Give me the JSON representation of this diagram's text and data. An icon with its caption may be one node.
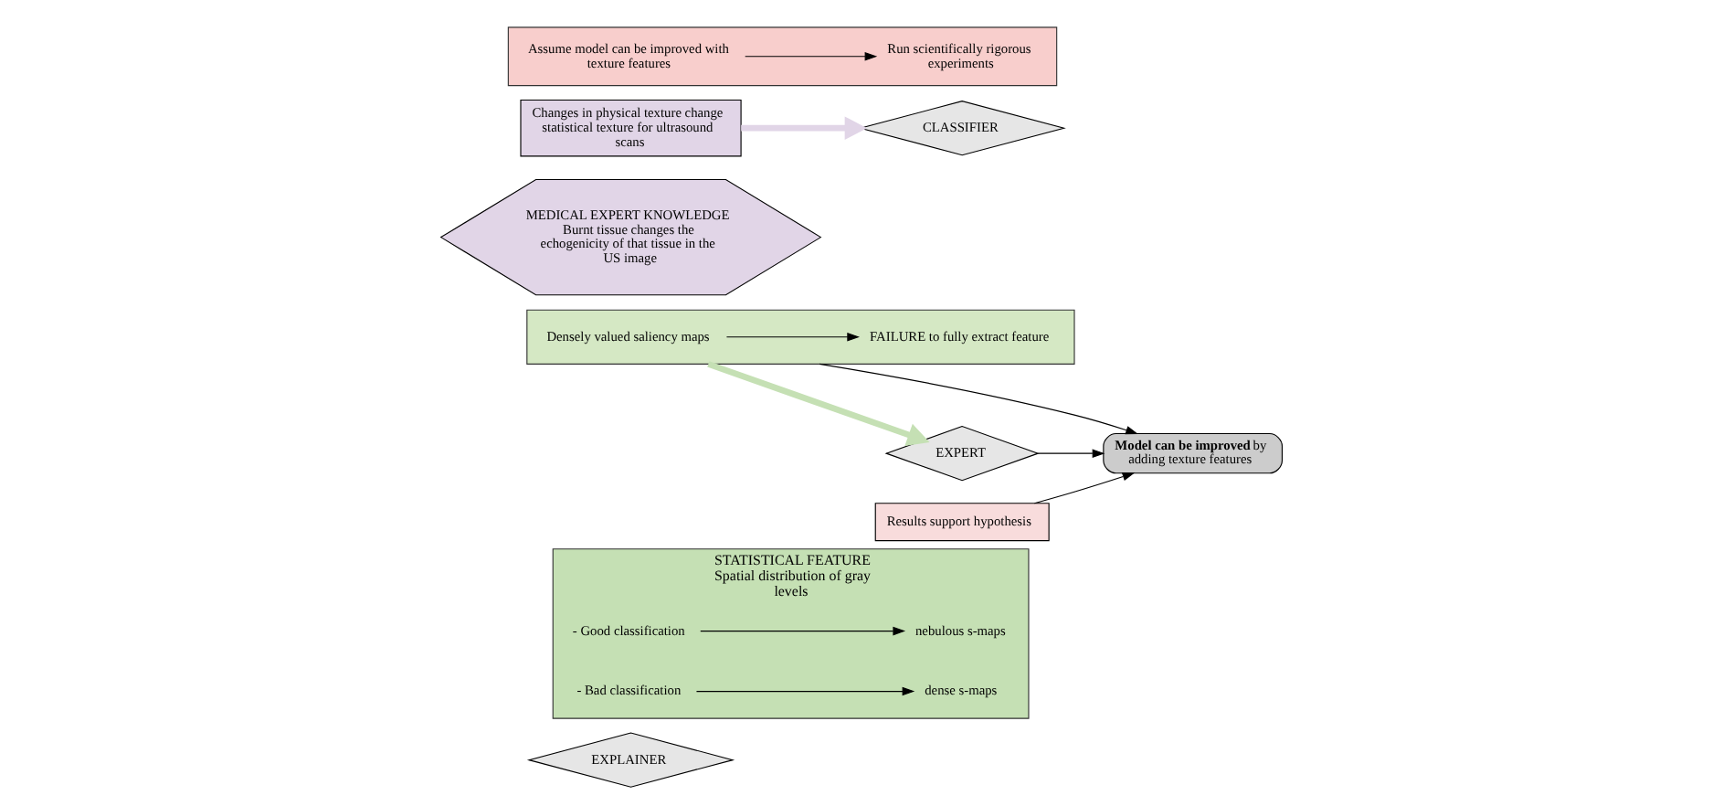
{
  "diagram": {
    "nodes": [
      {
        "text": [
          "EXPLAINER"
        ]
      },
      {
        "text": [
          "STATISTICAL FEATURE",
          "Spatial distribution of gray levels"
        ]
      },
      {
        "text": [
          "- Good classification"
        ],
        "in": 1
      },
      {
        "text": [
          "nebulous s-maps"
        ],
        "in": 1
      },
      {
        "text": [
          "- Bad classification"
        ],
        "in": 1
      },
      {
        "text": [
          "dense s-maps"
        ],
        "in": 1
      },
      {
        "text": [],
        "shape": "box"
      },
      {
        "text": [
          "Densely valued saliency maps"
        ],
        "in": 6
      },
      {
        "text": [
          "FAILURE to fully extract feature"
        ],
        "in": 6
      },
      {
        "text": [
          "**Model can be improved** by adding texture features"
        ]
      },
      {
        "text": [
          "MEDICAL EXPERT KNOWLEDGE",
          "Burnt tissue changes the echogenicity of that tissue in the US image"
        ]
      },
      {
        "text": [
          "EXPERT"
        ]
      },
      {
        "text": [
          "Changes in physical texture change statistical texture for ultrasound scans"
        ]
      },
      {
        "text": [
          "CLASSIFIER"
        ]
      },
      {
        "text": [],
        "shape": "box"
      },
      {
        "text": [
          "Assume model can be improved with texture features"
        ],
        "in": 14
      },
      {
        "text": [
          "Run scientifically rigorous experiments"
        ],
        "in": 14
      },
      {
        "text": [
          "Results support hypothesis"
        ]
      }
    ],
    "edges": [
      {
        "from": 2,
        "to": 3,
        "arrow": "to"
      },
      {
        "from": 4,
        "to": 5,
        "arrow": "to"
      },
      {
        "from": 7,
        "to": 8,
        "arrow": "to"
      },
      {
        "from": 6,
        "to": 9,
        "arrow": "to"
      },
      {
        "from": 6,
        "to": 11,
        "arrow": "to",
        "style": "thick",
        "color": "#c5e0b4"
      },
      {
        "from": 11,
        "to": 9,
        "arrow": "to"
      },
      {
        "from": 12,
        "to": 13,
        "arrow": "to",
        "style": "thick",
        "color": "#e1d5e7"
      },
      {
        "from": 15,
        "to": 16,
        "arrow": "to"
      },
      {
        "from": 17,
        "to": 9,
        "arrow": "to"
      }
    ]
  }
}
